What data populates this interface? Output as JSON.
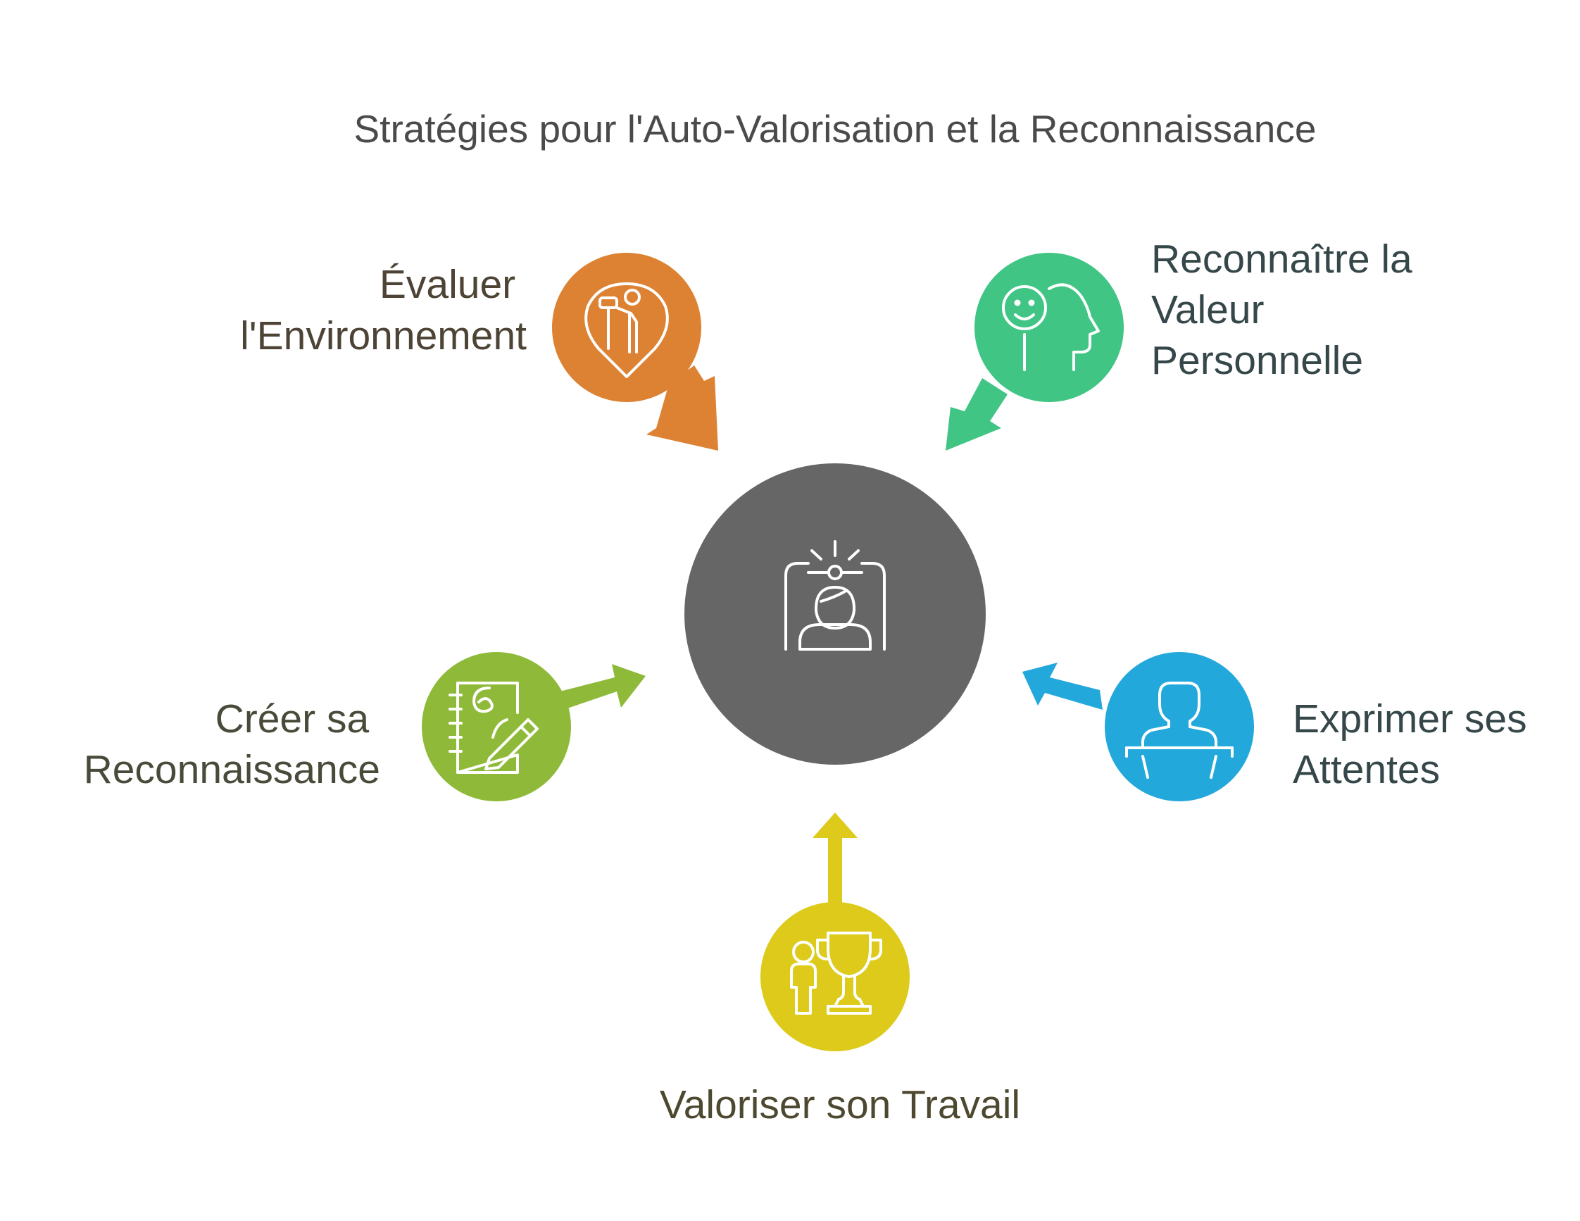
{
  "title": "Stratégies pour l'Auto-Valorisation et la Reconnaissance",
  "center": {
    "icon": "person-spotlight-frame-icon",
    "color": "#666666"
  },
  "nodes": [
    {
      "id": "evaluer",
      "lines": [
        "Évaluer",
        "l'Environnement"
      ],
      "icon": "person-with-binoculars-location-pin-icon",
      "color": "#DD8233",
      "text_color": "#4d4436"
    },
    {
      "id": "reconnaitre",
      "lines": [
        "Reconnaître la",
        "Valeur",
        "Personnelle"
      ],
      "icon": "smiley-head-profile-icon",
      "color": "#40C585",
      "text_color": "#36474a"
    },
    {
      "id": "creer",
      "lines": [
        "Créer sa",
        "Reconnaissance"
      ],
      "icon": "notebook-pen-icon",
      "color": "#8FBA39",
      "text_color": "#4a4a3a"
    },
    {
      "id": "exprimer",
      "lines": [
        "Exprimer ses",
        "Attentes"
      ],
      "icon": "speaker-podium-icon",
      "color": "#23A8DC",
      "text_color": "#36474a"
    },
    {
      "id": "valoriser",
      "lines": [
        "Valoriser son Travail"
      ],
      "icon": "person-trophy-icon",
      "color": "#DDCA1B",
      "text_color": "#4d4830"
    }
  ]
}
